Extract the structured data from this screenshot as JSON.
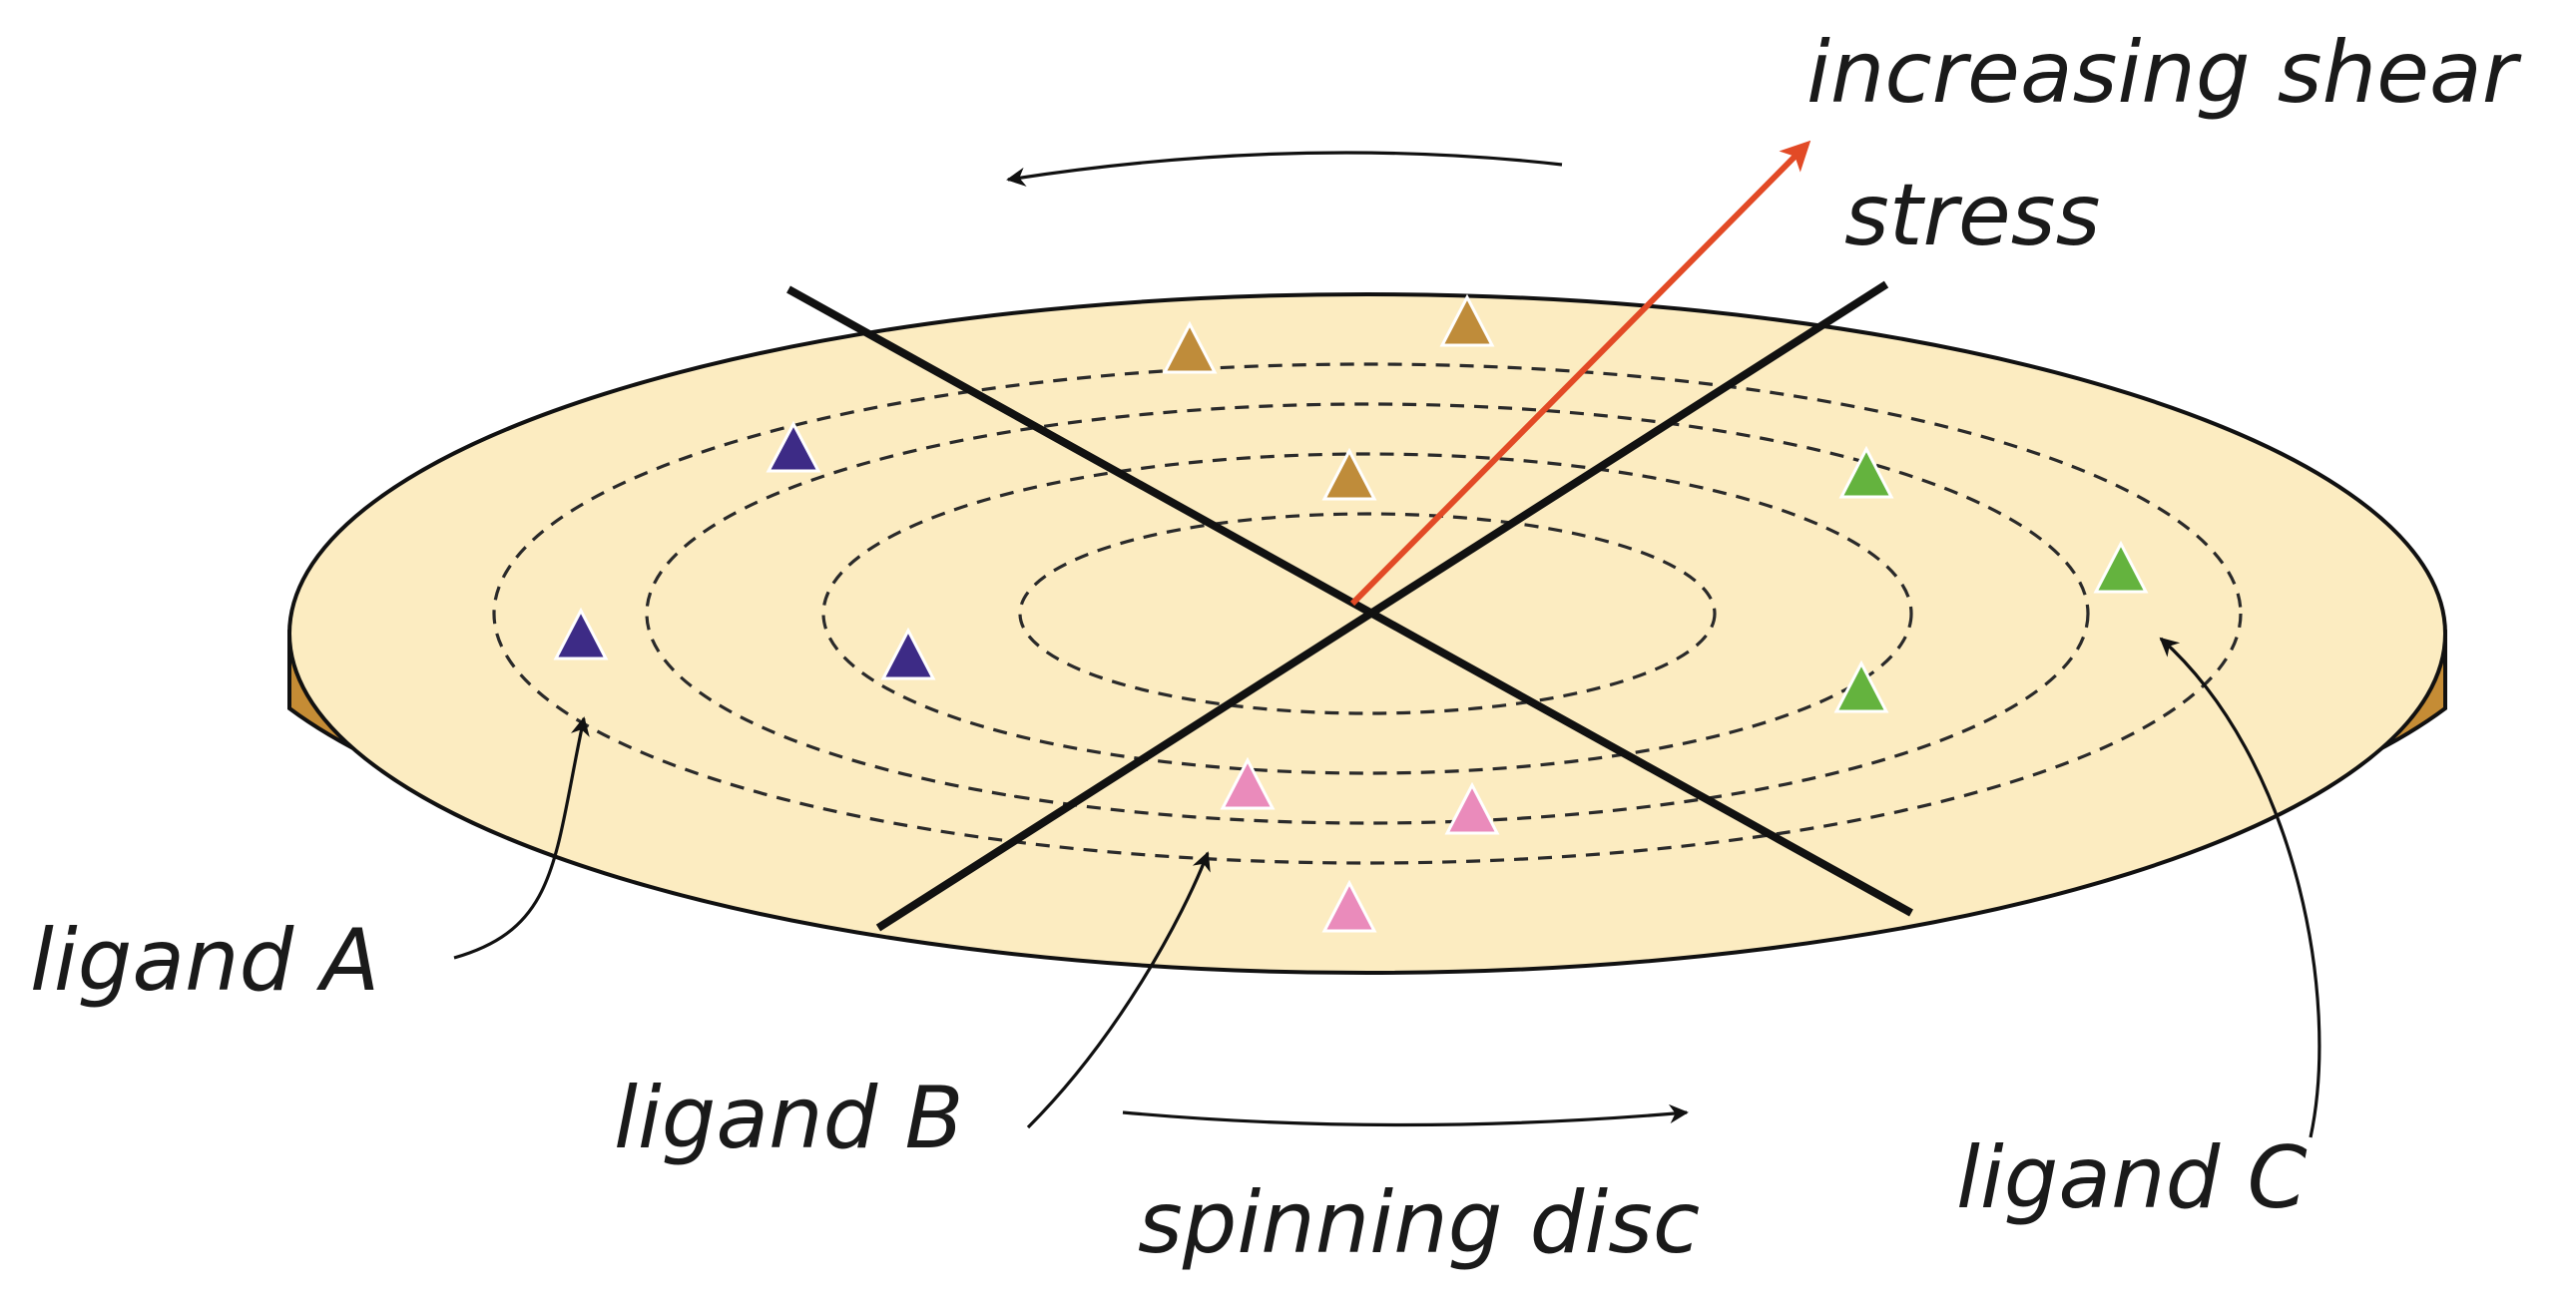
{
  "labels": {
    "shear_line1": "increasing shear",
    "shear_line2": "stress",
    "ligand_a": "ligand A",
    "ligand_b": "ligand B",
    "ligand_c": "ligand C",
    "spinning": "spinning disc"
  },
  "colors": {
    "disc_top": "#fcecc1",
    "disc_side": "#c58c35",
    "outline": "#111111",
    "shear_arrow": "#e24a26",
    "ligand_a": "#3d2b86",
    "ligand_b": "#ea8bbb",
    "ligand_c": "#64b33e",
    "ligand_other": "#bf8c3a"
  },
  "icons": {
    "ligand_marker": "triangle",
    "rotation_top": "curved-arrow-left",
    "rotation_bottom": "curved-arrow-right"
  }
}
